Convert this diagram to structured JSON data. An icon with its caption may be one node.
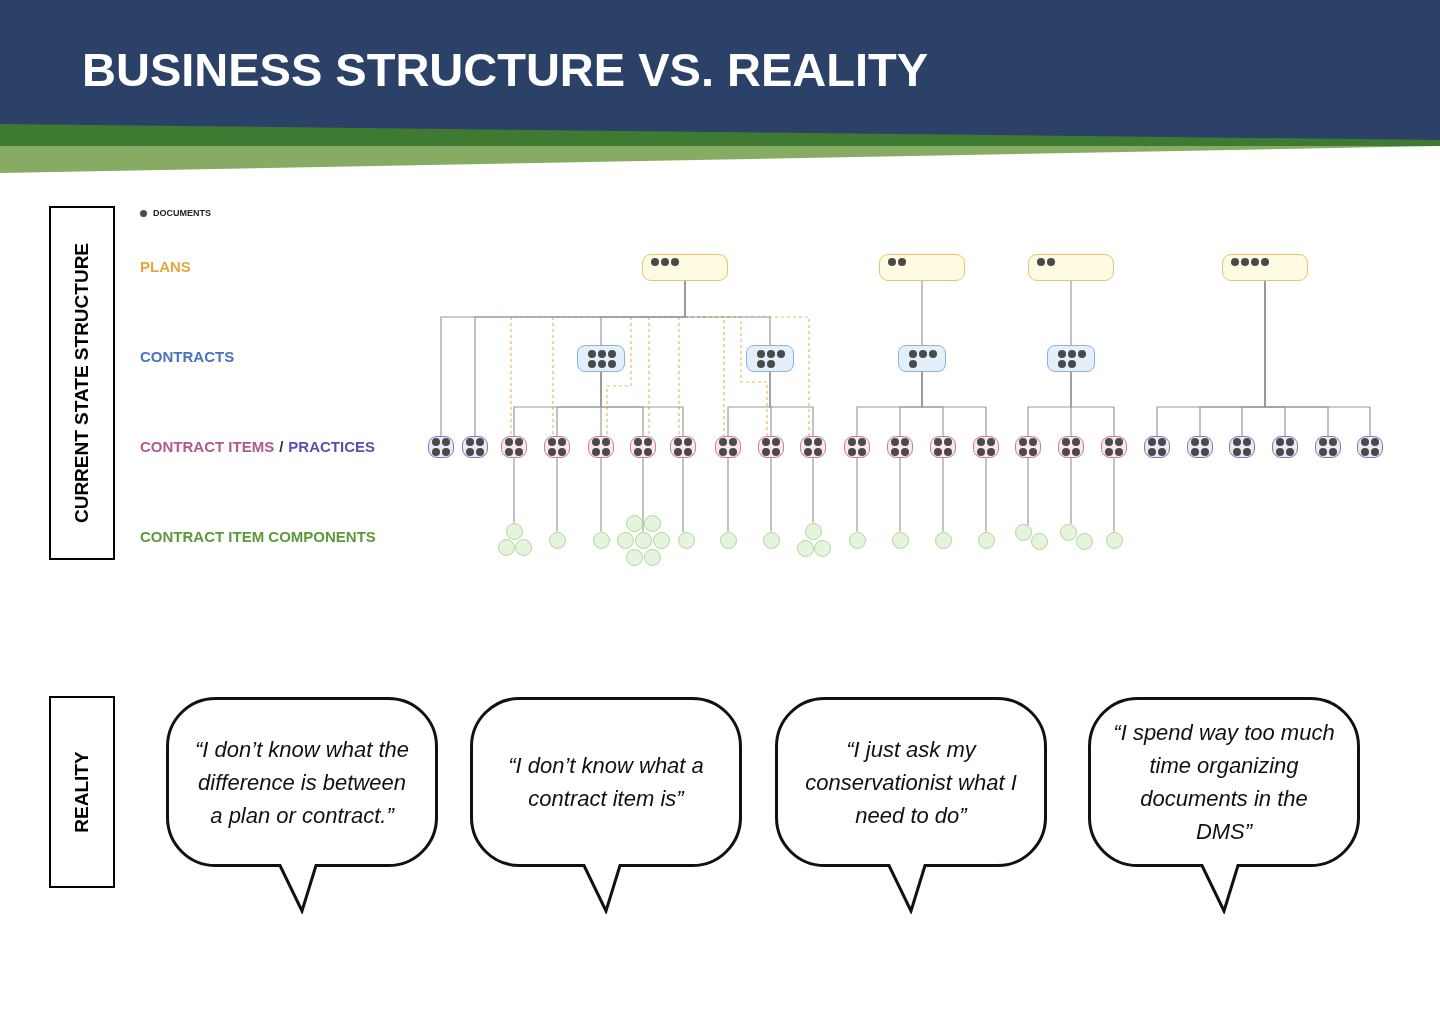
{
  "diagram": {
    "title": "BUSINESS STRUCTURE VS. REALITY",
    "nodes": [
      {
        "text": [
          "CURRENT STATE STRUCTURE"
        ]
      },
      {
        "text": [],
        "shape": "box"
      },
      {
        "text": [],
        "shape": "box"
      },
      {
        "text": [],
        "shape": "box"
      },
      {
        "text": [],
        "shape": "box"
      },
      {
        "text": [],
        "shape": "box"
      },
      {
        "text": [],
        "shape": "box"
      },
      {
        "text": [],
        "shape": "box"
      },
      {
        "text": [],
        "shape": "box"
      },
      {
        "text": [],
        "shape": "box"
      },
      {
        "text": [],
        "shape": "box"
      },
      {
        "text": [],
        "shape": "box"
      },
      {
        "text": [],
        "shape": "box"
      },
      {
        "text": [],
        "shape": "box"
      },
      {
        "text": [],
        "shape": "box"
      },
      {
        "text": [],
        "shape": "box"
      },
      {
        "text": [],
        "shape": "box"
      },
      {
        "text": [],
        "shape": "box"
      },
      {
        "text": [],
        "shape": "box"
      },
      {
        "text": [],
        "shape": "box"
      },
      {
        "text": [],
        "shape": "box"
      },
      {
        "text": [],
        "shape": "box"
      },
      {
        "text": [],
        "shape": "box"
      },
      {
        "text": [],
        "shape": "box"
      },
      {
        "text": [],
        "shape": "box"
      },
      {
        "text": [],
        "shape": "box"
      },
      {
        "text": [],
        "shape": "box"
      },
      {
        "text": [],
        "shape": "box"
      },
      {
        "text": [],
        "shape": "box"
      },
      {
        "text": [],
        "shape": "box"
      },
      {
        "text": [],
        "shape": "box"
      },
      {
        "text": [],
        "shape": "box"
      },
      {
        "text": [],
        "shape": "circle"
      },
      {
        "text": [],
        "shape": "circle"
      },
      {
        "text": [],
        "shape": "circle"
      },
      {
        "text": [],
        "shape": "circle"
      },
      {
        "text": [],
        "shape": "circle"
      },
      {
        "text": [],
        "shape": "circle"
      },
      {
        "text": [],
        "shape": "circle"
      },
      {
        "text": [],
        "shape": "circle"
      },
      {
        "text": [],
        "shape": "circle"
      },
      {
        "text": [],
        "shape": "circle"
      },
      {
        "text": [],
        "shape": "circle"
      },
      {
        "text": [],
        "shape": "circle"
      },
      {
        "text": [],
        "shape": "circle"
      },
      {
        "text": [],
        "shape": "circle"
      },
      {
        "text": [],
        "shape": "circle"
      },
      {
        "text": [],
        "shape": "circle"
      },
      {
        "text": [],
        "shape": "circle"
      },
      {
        "text": [],
        "shape": "circle"
      },
      {
        "text": [],
        "shape": "circle"
      },
      {
        "text": [],
        "shape": "circle"
      },
      {
        "text": [],
        "shape": "circle"
      },
      {
        "text": [],
        "shape": "circle"
      },
      {
        "text": [],
        "shape": "circle"
      },
      {
        "text": [],
        "shape": "circle"
      },
      {
        "text": [],
        "shape": "circle"
      },
      {
        "text": [],
        "shape": "circle"
      },
      {
        "text": [],
        "shape": "circle"
      },
      {
        "text": [
          "REALITY"
        ]
      },
      {
        "text": [
          "“I don’t know what the difference is between a plan or contract.”"
        ]
      },
      {
        "text": [
          "“I don’t know what a contract item is”"
        ]
      },
      {
        "text": [
          "“I just ask my conservationist what I need to do”"
        ]
      },
      {
        "text": [
          "“I spend way too much time organizing documents in the DMS”"
        ]
      }
    ],
    "edges": [
      {
        "from": 1,
        "to": 9,
        "arrow": "none"
      },
      {
        "from": 1,
        "to": 10,
        "arrow": "none"
      },
      {
        "from": 1,
        "to": 5,
        "arrow": "none"
      },
      {
        "from": 1,
        "to": 6,
        "arrow": "none"
      },
      {
        "from": 5,
        "to": 11,
        "arrow": "none"
      },
      {
        "from": 5,
        "to": 12,
        "arrow": "none"
      },
      {
        "from": 5,
        "to": 13,
        "arrow": "none"
      },
      {
        "from": 5,
        "to": 14,
        "arrow": "none"
      },
      {
        "from": 5,
        "to": 15,
        "arrow": "none"
      },
      {
        "from": 6,
        "to": 16,
        "arrow": "none"
      },
      {
        "from": 6,
        "to": 17,
        "arrow": "none"
      },
      {
        "from": 6,
        "to": 18,
        "arrow": "none"
      },
      {
        "from": 1,
        "to": 11,
        "arrow": "none",
        "style": "dashed",
        "color": "#e8b86a"
      },
      {
        "from": 1,
        "to": 12,
        "arrow": "none",
        "style": "dashed",
        "color": "#e8b86a"
      },
      {
        "from": 1,
        "to": 13,
        "arrow": "none",
        "style": "dashed",
        "color": "#e8b86a"
      },
      {
        "from": 1,
        "to": 14,
        "arrow": "none",
        "style": "dashed",
        "color": "#e8b86a"
      },
      {
        "from": 1,
        "to": 15,
        "arrow": "none",
        "style": "dashed",
        "color": "#e8b86a"
      },
      {
        "from": 1,
        "to": 16,
        "arrow": "none",
        "style": "dashed",
        "color": "#e8b86a"
      },
      {
        "from": 1,
        "to": 17,
        "arrow": "none",
        "style": "dashed",
        "color": "#e8b86a"
      },
      {
        "from": 1,
        "to": 18,
        "arrow": "none",
        "style": "dashed",
        "color": "#e8b86a"
      },
      {
        "from": 2,
        "to": 7,
        "arrow": "none"
      },
      {
        "from": 7,
        "to": 19,
        "arrow": "none"
      },
      {
        "from": 7,
        "to": 20,
        "arrow": "none"
      },
      {
        "from": 7,
        "to": 21,
        "arrow": "none"
      },
      {
        "from": 7,
        "to": 22,
        "arrow": "none"
      },
      {
        "from": 3,
        "to": 8,
        "arrow": "none"
      },
      {
        "from": 8,
        "to": 23,
        "arrow": "none"
      },
      {
        "from": 8,
        "to": 24,
        "arrow": "none"
      },
      {
        "from": 8,
        "to": 25,
        "arrow": "none"
      },
      {
        "from": 4,
        "to": 26,
        "arrow": "none"
      },
      {
        "from": 4,
        "to": 27,
        "arrow": "none"
      },
      {
        "from": 4,
        "to": 28,
        "arrow": "none"
      },
      {
        "from": 4,
        "to": 29,
        "arrow": "none"
      },
      {
        "from": 4,
        "to": 30,
        "arrow": "none"
      },
      {
        "from": 4,
        "to": 31,
        "arrow": "none"
      },
      {
        "from": 11,
        "to": 32,
        "arrow": "none"
      },
      {
        "from": 12,
        "to": 35,
        "arrow": "none"
      },
      {
        "from": 13,
        "to": 36,
        "arrow": "none"
      },
      {
        "from": 14,
        "to": 40,
        "arrow": "none"
      },
      {
        "from": 15,
        "to": 44,
        "arrow": "none"
      },
      {
        "from": 16,
        "to": 45,
        "arrow": "none"
      },
      {
        "from": 17,
        "to": 46,
        "arrow": "none"
      },
      {
        "from": 18,
        "to": 47,
        "arrow": "none"
      },
      {
        "from": 19,
        "to": 50,
        "arrow": "none"
      },
      {
        "from": 20,
        "to": 51,
        "arrow": "none"
      },
      {
        "from": 21,
        "to": 52,
        "arrow": "none"
      },
      {
        "from": 22,
        "to": 53,
        "arrow": "none"
      },
      {
        "from": 23,
        "to": 54,
        "arrow": "none"
      },
      {
        "from": 24,
        "to": 56,
        "arrow": "none"
      },
      {
        "from": 25,
        "to": 58,
        "arrow": "none"
      }
    ],
    "labels": [
      "PLANS",
      "CONTRACTS",
      "CONTRACT ITEMS",
      "/",
      "PRACTICES",
      "CONTRACT ITEM COMPONENTS"
    ],
    "legend": [
      {
        "text": "DOCUMENTS",
        "color": "#4a4a4a"
      }
    ]
  }
}
